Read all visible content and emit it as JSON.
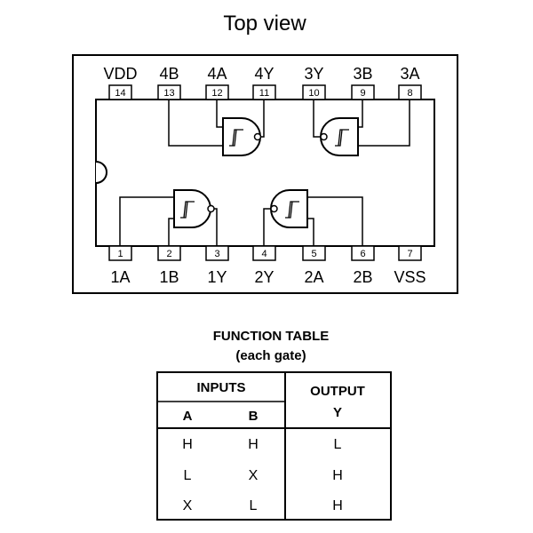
{
  "title": "Top view",
  "chip": {
    "top_pins": [
      {
        "num": "14",
        "name": "VDD"
      },
      {
        "num": "13",
        "name": "4B"
      },
      {
        "num": "12",
        "name": "4A"
      },
      {
        "num": "11",
        "name": "4Y"
      },
      {
        "num": "10",
        "name": "3Y"
      },
      {
        "num": "9",
        "name": "3B"
      },
      {
        "num": "8",
        "name": "3A"
      }
    ],
    "bottom_pins": [
      {
        "num": "1",
        "name": "1A"
      },
      {
        "num": "2",
        "name": "1B"
      },
      {
        "num": "3",
        "name": "1Y"
      },
      {
        "num": "4",
        "name": "2Y"
      },
      {
        "num": "5",
        "name": "2A"
      },
      {
        "num": "6",
        "name": "2B"
      },
      {
        "num": "7",
        "name": "VSS"
      }
    ]
  },
  "function_table": {
    "title": "FUNCTION TABLE",
    "subtitle": "(each gate)",
    "inputs_header": "INPUTS",
    "output_header": "OUTPUT",
    "col_a": "A",
    "col_b": "B",
    "col_y": "Y",
    "rows": [
      {
        "a": "H",
        "b": "H",
        "y": "L"
      },
      {
        "a": "L",
        "b": "X",
        "y": "H"
      },
      {
        "a": "X",
        "b": "L",
        "y": "H"
      }
    ]
  }
}
